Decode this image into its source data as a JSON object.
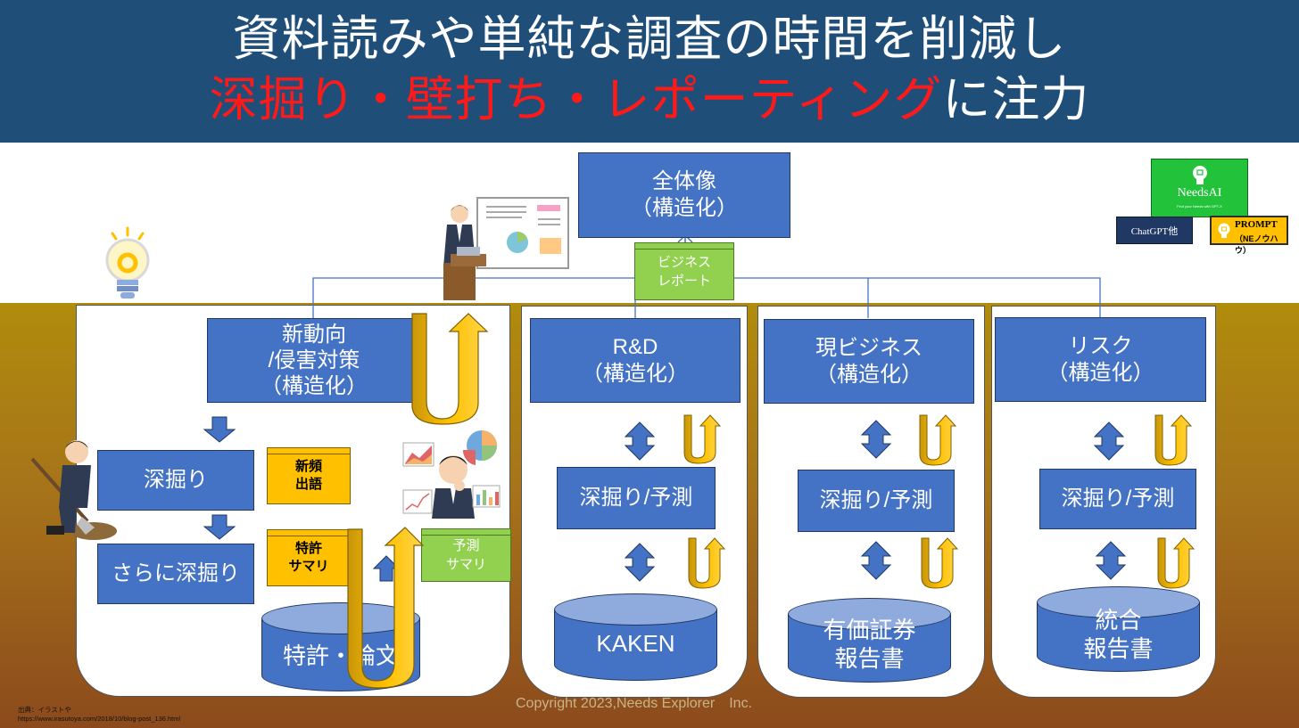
{
  "title": {
    "line1": "資料読みや単純な調査の時間を削減し",
    "line2_highlight": "深掘り・壁打ち・レポーティング",
    "line2_tail": "に注力"
  },
  "top": {
    "overview_line1": "全体像",
    "overview_line2": "（構造化）",
    "business_report_line1": "ビジネス",
    "business_report_line2": "レポート"
  },
  "panel1": {
    "trend_line1": "新動向",
    "trend_line2": "/侵害対策",
    "trend_line3": "（構造化）",
    "dig": "深掘り",
    "dig_more": "さらに深掘り",
    "new_terms_line1": "新頻",
    "new_terms_line2": "出語",
    "patent_summary_line1": "特許",
    "patent_summary_line2": "サマリ",
    "forecast_summary_line1": "予測",
    "forecast_summary_line2": "サマリ",
    "source": "特許・論文"
  },
  "panel2": {
    "title_line1": "R&D",
    "title_line2": "（構造化）",
    "dig": "深掘り/予測",
    "source": "KAKEN"
  },
  "panel3": {
    "title_line1": "現ビジネス",
    "title_line2": "（構造化）",
    "dig": "深掘り/予測",
    "source_line1": "有価証券",
    "source_line2": "報告書"
  },
  "panel4": {
    "title_line1": "リスク",
    "title_line2": "（構造化）",
    "dig": "深掘り/予測",
    "source_line1": "統合",
    "source_line2": "報告書"
  },
  "logos": {
    "needsai_name": "NeedsAI",
    "needsai_tagline": "Find your Needs with GPT-X",
    "chatgpt": "ChatGPT他",
    "prompt_title": "PROMPT",
    "prompt_sub": "（NEノウハウ）"
  },
  "footer": {
    "copyright": "Copyright 2023,Needs Explorer　Inc.",
    "credit_line1": "出典：イラストや",
    "credit_line2": "https://www.irasutoya.com/2018/10/blog-post_136.html"
  },
  "colors": {
    "header": "#1f4e79",
    "box_blue": "#4472c4",
    "highlight_red": "#ff1a1a",
    "yellow_tag": "#ffc000",
    "green_tag": "#92d050",
    "arrow_gold": "#ffc000",
    "ground_top": "#b08c0c",
    "ground_bottom": "#8c4a1c"
  },
  "icons": [
    "lightbulb-icon",
    "presenter-icon",
    "digging-man-icon",
    "thinking-man-icon",
    "chart-icon",
    "pie-chart-icon",
    "u-turn-arrow-icon",
    "double-arrow-icon",
    "down-arrow-icon"
  ]
}
